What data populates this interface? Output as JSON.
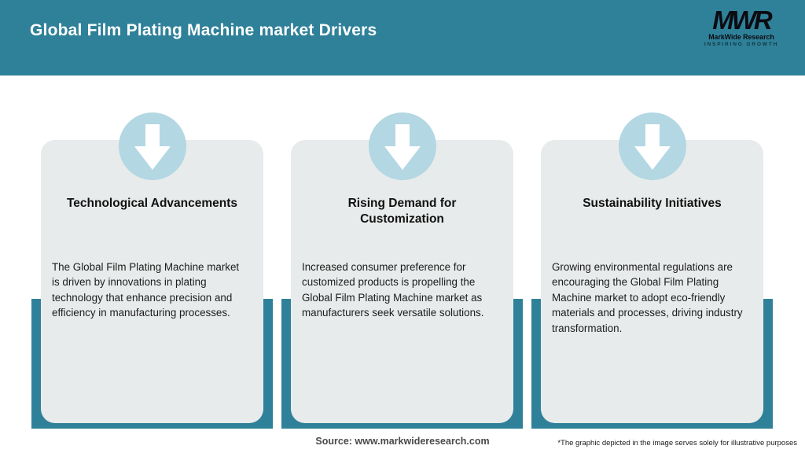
{
  "header": {
    "title": "Global Film Plating Machine market Drivers",
    "logo": {
      "acronym": "MWR",
      "name": "MarkWide Research",
      "tagline": "INSPIRING GROWTH"
    }
  },
  "cards": [
    {
      "title": "Technological Advancements",
      "body": "The Global Film Plating Machine market\nis driven by innovations in plating\ntechnology that enhance precision and\nefficiency in manufacturing processes."
    },
    {
      "title": "Rising Demand for\nCustomization",
      "body": "Increased consumer preference for\ncustomized products is propelling the\nGlobal Film Plating Machine market as\nmanufacturers seek versatile solutions."
    },
    {
      "title": "Sustainability Initiatives",
      "body": "Growing environmental regulations are\nencouraging the Global Film Plating\nMachine market to adopt eco-friendly\nmaterials and processes, driving industry\ntransformation."
    }
  ],
  "footer": {
    "source": "Source: www.markwideresearch.com",
    "disclaimer": "*The graphic depicted in the image serves solely for illustrative purposes"
  },
  "icons": {
    "arrow": "down-arrow"
  },
  "colors": {
    "teal": "#2f8199",
    "circle_blue": "#b3d7e3",
    "card_gray": "#e8ebeb",
    "title_text": "#111111",
    "body_text": "#1c1c1c",
    "header_text": "#ffffff",
    "source_text": "#4a4a4a"
  }
}
